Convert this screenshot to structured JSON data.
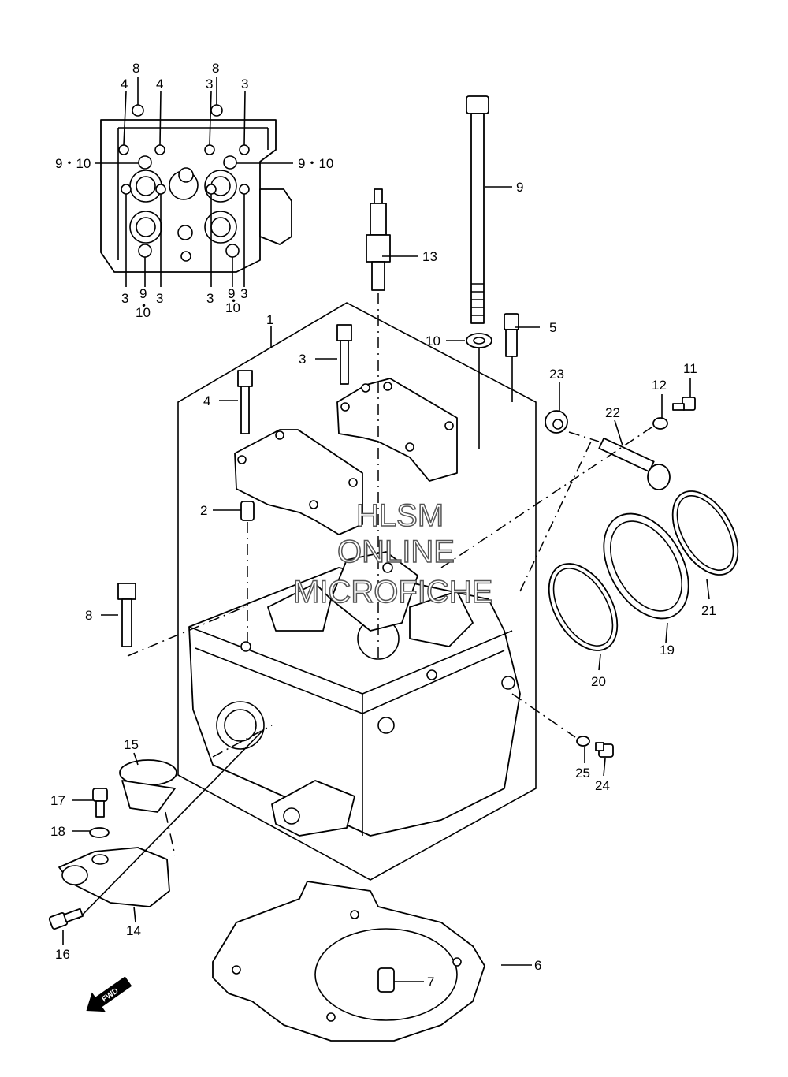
{
  "callouts": {
    "top_view": [
      "8",
      "4",
      "4",
      "8",
      "3",
      "3",
      "9・10",
      "9・10",
      "3",
      "9",
      "3",
      "10",
      "3",
      "9",
      "3",
      "10"
    ],
    "main": {
      "c1": "1",
      "c2": "2",
      "c3": "3",
      "c4": "4",
      "c5": "5",
      "c6": "6",
      "c7": "7",
      "c8": "8",
      "c9": "9",
      "c10": "10",
      "c11": "11",
      "c12": "12",
      "c13": "13",
      "c14": "14",
      "c15": "15",
      "c16": "16",
      "c17": "17",
      "c18": "18",
      "c19": "19",
      "c20": "20",
      "c21": "21",
      "c22": "22",
      "c23": "23",
      "c24": "24",
      "c25": "25"
    },
    "dot": "・"
  },
  "watermark": {
    "line1": "HLSM",
    "line2": "ONLINE",
    "line3": "MICROFICHE"
  },
  "fwd_label": "FWD"
}
